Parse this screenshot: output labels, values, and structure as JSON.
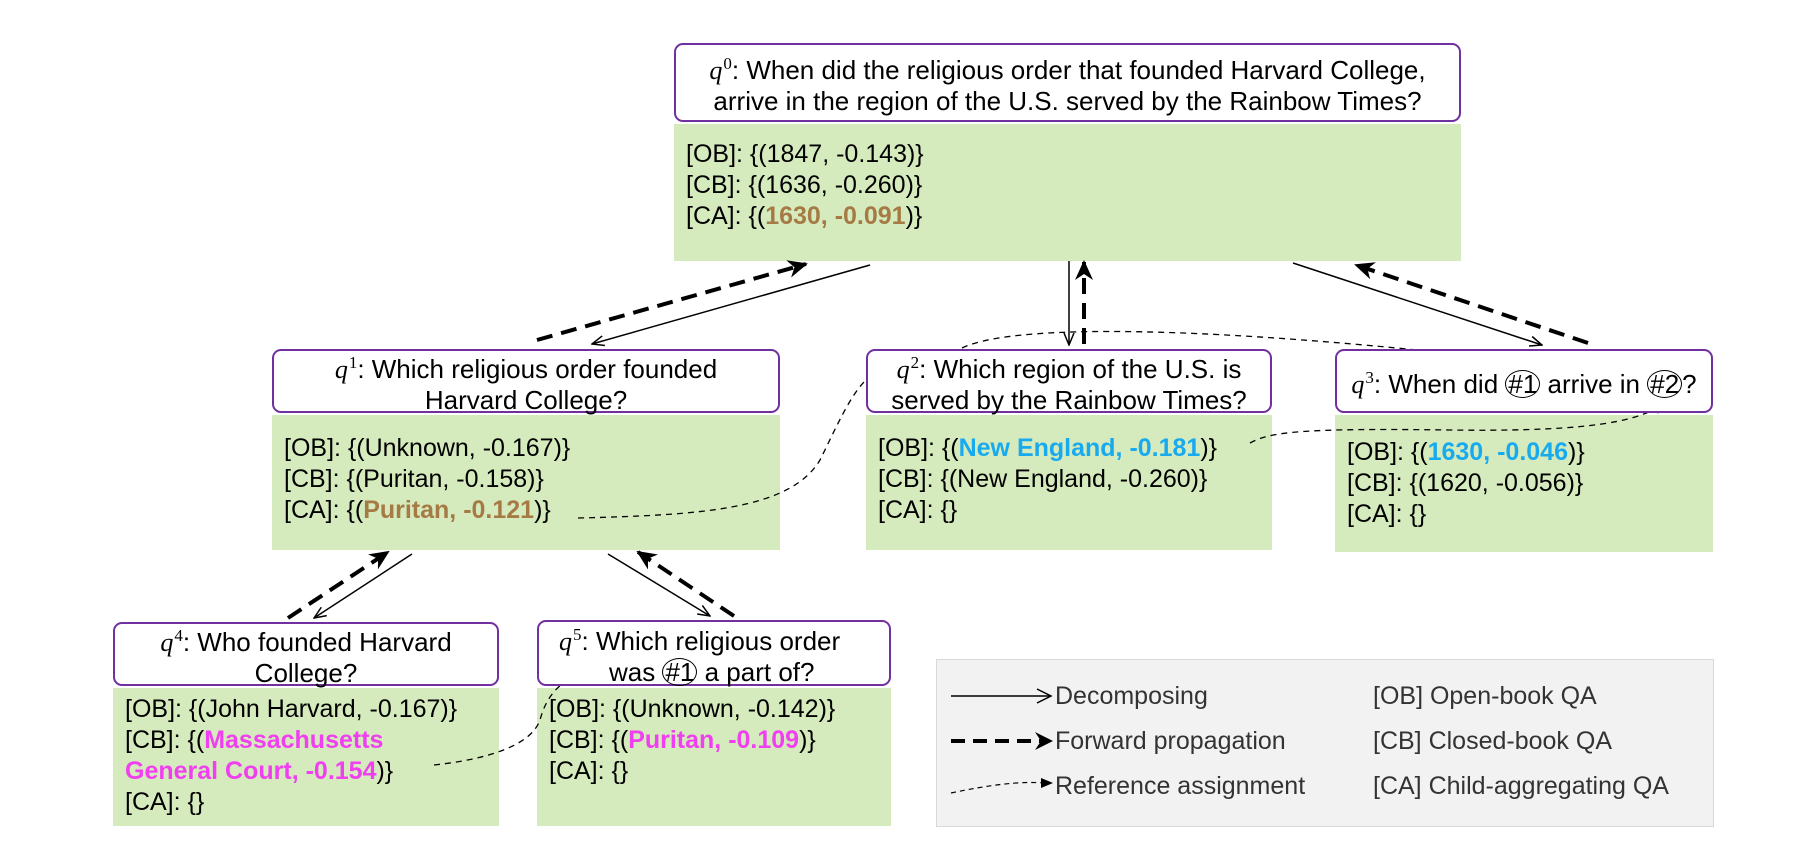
{
  "nodes": {
    "q0": {
      "sup": "0",
      "question": ": When did the religious order that founded Harvard College,",
      "question_line2": "arrive in the region of the U.S. served by the Rainbow Times?",
      "ob": "[OB]: {(1847, -0.143)}",
      "cb": "[CB]: {(1636, -0.260)}",
      "ca_prefix": "[CA]: {(",
      "ca_value": "1630, -0.091",
      "ca_suffix": ")}"
    },
    "q1": {
      "sup": "1",
      "question": ": Which religious order founded",
      "question_line2": "Harvard College?",
      "ob": "[OB]: {(Unknown, -0.167)}",
      "cb": "[CB]: {(Puritan, -0.158)}",
      "ca_prefix": "[CA]: {(",
      "ca_value": "Puritan, -0.121",
      "ca_suffix": ")}"
    },
    "q2": {
      "sup": "2",
      "question": ": Which region of the U.S. is",
      "question_line2": "served by the Rainbow Times?",
      "ob_prefix": "[OB]: {(",
      "ob_value": "New England, -0.181",
      "ob_suffix": ")}",
      "cb": "[CB]: {(New England, -0.260)}",
      "ca": "[CA]: {}"
    },
    "q3": {
      "sup": "3",
      "q_pre": ": When did ",
      "ref1": "#1",
      "q_mid": " arrive in ",
      "ref2": "#2",
      "q_post": "?",
      "ob_prefix": "[OB]: {(",
      "ob_value": "1630, -0.046",
      "ob_suffix": ")}",
      "cb": "[CB]: {(1620, -0.056)}",
      "ca": "[CA]: {}"
    },
    "q4": {
      "sup": "4",
      "question": ": Who founded Harvard",
      "question_line2": "College?",
      "ob": "[OB]: {(John Harvard, -0.167)}",
      "cb_prefix": "[CB]: {(",
      "cb_value_line1": "Massachusetts",
      "cb_value_line2": "General Court, -0.154",
      "cb_suffix": ")}",
      "ca": "[CA]: {}"
    },
    "q5": {
      "sup": "5",
      "question": ": Which religious order",
      "q2_pre": "was ",
      "ref1": "#1",
      "q2_post": " a part of?",
      "ob": "[OB]: {(Unknown, -0.142)}",
      "cb_prefix": "[CB]: {(",
      "cb_value": "Puritan, -0.109",
      "cb_suffix": ")}",
      "ca": "[CA]: {}"
    }
  },
  "legend": {
    "decomposing": "Decomposing",
    "forward": "Forward propagation",
    "reference": "Reference assignment",
    "ob": "[OB] Open-book QA",
    "cb": "[CB] Closed-book QA",
    "ca": "[CA] Child-aggregating QA"
  },
  "colors": {
    "box_border": "#7030a0",
    "answer_bg": "#d6ebbd",
    "brown": "#a57a45",
    "cyan": "#18aaef",
    "magenta": "#f03ff0",
    "legend_bg": "#f2f2f2"
  }
}
